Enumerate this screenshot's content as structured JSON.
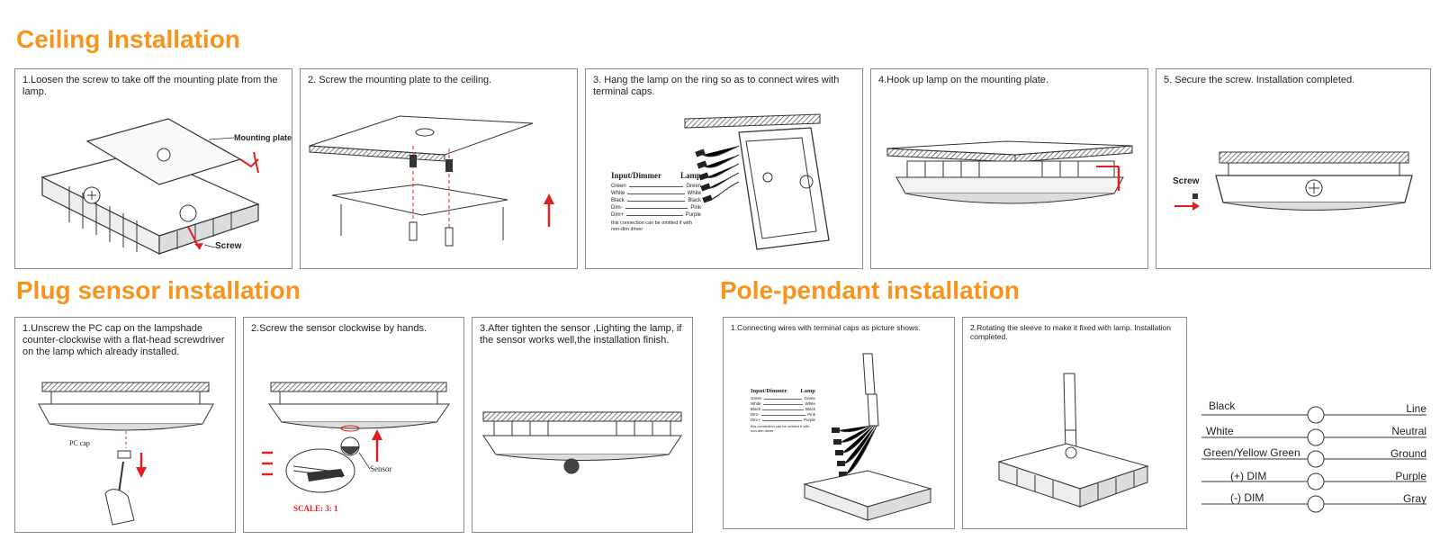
{
  "sections": {
    "ceiling": "Ceiling Installation",
    "plug": "Plug sensor installation",
    "pole": "Pole-pendant installation"
  },
  "ceiling_steps": [
    "1.Loosen the screw to take off the mounting plate from the lamp.",
    "2. Screw the mounting plate to the ceiling.",
    "3. Hang the lamp on the ring so as to connect wires with terminal caps.",
    "4.Hook up lamp on the mounting plate.",
    "5. Secure the screw. Installation completed."
  ],
  "ceiling_labels": {
    "mounting_plate": "Mounting plate",
    "screw": "Screw"
  },
  "terminal_table": {
    "head_left": "Input/Dimmer",
    "head_right": "Lamp",
    "rows": [
      [
        "Green",
        "Green"
      ],
      [
        "White",
        "White"
      ],
      [
        "Black",
        "Black"
      ],
      [
        "Dim-",
        "Pink"
      ],
      [
        "Dim+",
        "Purple"
      ]
    ],
    "note": "this connection can be omitted if with non-dim driver"
  },
  "plug_steps": [
    "1.Unscrew the PC cap on the lampshade counter-clockwise with a flat-head screwdriver on the lamp which already installed.",
    "2.Screw the sensor clockwise by hands.",
    "3.After tighten the sensor ,Lighting the lamp, if the sensor works well,the installation finish."
  ],
  "plug_labels": {
    "pc_cap": "PC cap",
    "sensor": "Sensor",
    "scale": "SCALE: 3: 1"
  },
  "pole_steps": [
    "1.Connecting wires with terminal caps as picture shows.",
    "2.Rotating the sleeve to make it fixed with lamp. Installation completed."
  ],
  "wiring_legend": [
    {
      "left": "Black",
      "right": "Line"
    },
    {
      "left": "White",
      "right": "Neutral"
    },
    {
      "left": "Green/Yellow Green",
      "right": "Ground"
    },
    {
      "left": "(+) DIM",
      "right": "Purple"
    },
    {
      "left": "(-)  DIM",
      "right": "Gray"
    }
  ],
  "colors": {
    "accent": "#f7941d",
    "arrow": "#e02020"
  }
}
